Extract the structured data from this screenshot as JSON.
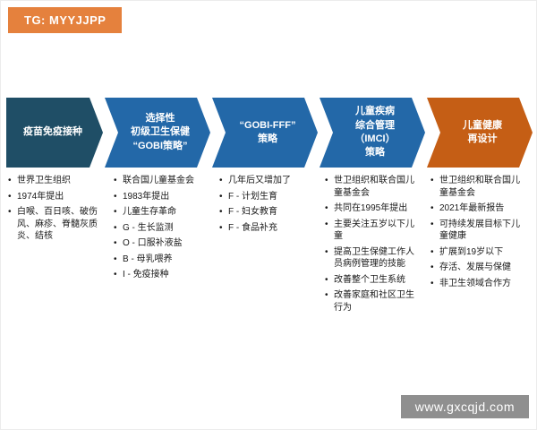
{
  "badge": {
    "label": "TG: MYYJJPP",
    "bg_color": "#E5813D"
  },
  "watermark": {
    "text": "www.gxcqjd.com"
  },
  "diagram": {
    "columns": [
      {
        "title": "疫苗免疫接种",
        "color": "#1F4E66",
        "first": true,
        "bullets": [
          "世界卫生组织",
          "1974年提出",
          "白喉、百日咳、破伤风、麻疹、脊髓灰质炎、结核"
        ]
      },
      {
        "title": "选择性\n初级卫生保健\n“GOBI策略”",
        "color": "#2368A8",
        "first": false,
        "bullets": [
          "联合国儿童基金会",
          "1983年提出",
          "儿童生存革命",
          "G - 生长监测",
          "O - 口服补液盐",
          "B - 母乳喂养",
          "I - 免疫接种"
        ]
      },
      {
        "title": "“GOBI-FFF”\n策略",
        "color": "#2368A8",
        "first": false,
        "bullets": [
          "几年后又增加了",
          "F - 计划生育",
          "F - 妇女教育",
          "F - 食品补充"
        ]
      },
      {
        "title": "儿童疾病\n综合管理\n（IMCI）\n策略",
        "color": "#2368A8",
        "first": false,
        "bullets": [
          "世卫组织和联合国儿童基金会",
          "共同在1995年提出",
          "主要关注五岁以下儿童",
          "提高卫生保健工作人员病例管理的技能",
          "改善整个卫生系统",
          "改善家庭和社区卫生行为"
        ]
      },
      {
        "title": "儿童健康\n再设计",
        "color": "#C55E15",
        "first": false,
        "bullets": [
          "世卫组织和联合国儿童基金会",
          "2021年最新报告",
          "可持续发展目标下儿童健康",
          "扩展到19岁以下",
          "存活、发展与保健",
          "非卫生领域合作方"
        ]
      }
    ]
  }
}
